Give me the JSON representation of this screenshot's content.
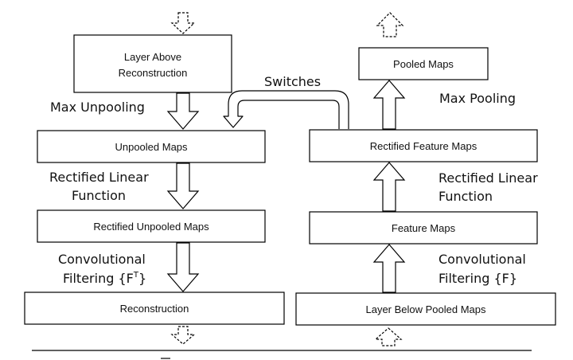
{
  "left_column": {
    "layer_above": "Layer Above Reconstruction",
    "layer_above_line1": "Layer Above",
    "layer_above_line2": "Reconstruction",
    "unpooled": "Unpooled Maps",
    "rectified_unpooled": "Rectified Unpooled Maps",
    "reconstruction": "Reconstruction"
  },
  "right_column": {
    "pooled": "Pooled Maps",
    "rectified_feature": "Rectified Feature Maps",
    "feature": "Feature Maps",
    "layer_below": "Layer Below Pooled Maps"
  },
  "labels": {
    "switches": "Switches",
    "max_unpooling": "Max Unpooling",
    "max_pooling": "Max Pooling",
    "relu_left_1": "Rectified Linear",
    "relu_left_2": "Function",
    "relu_right_1": "Rectified Linear",
    "relu_right_2": "Function",
    "conv_left_1": "Convolutional",
    "conv_left_2_text": "Filtering {F",
    "conv_left_2_sup": "T",
    "conv_left_2_end": "}",
    "conv_right_1": "Convolutional",
    "conv_right_2": "Filtering {F}"
  },
  "colors": {
    "stroke": "#000000",
    "fill": "#ffffff",
    "text": "#111111"
  }
}
